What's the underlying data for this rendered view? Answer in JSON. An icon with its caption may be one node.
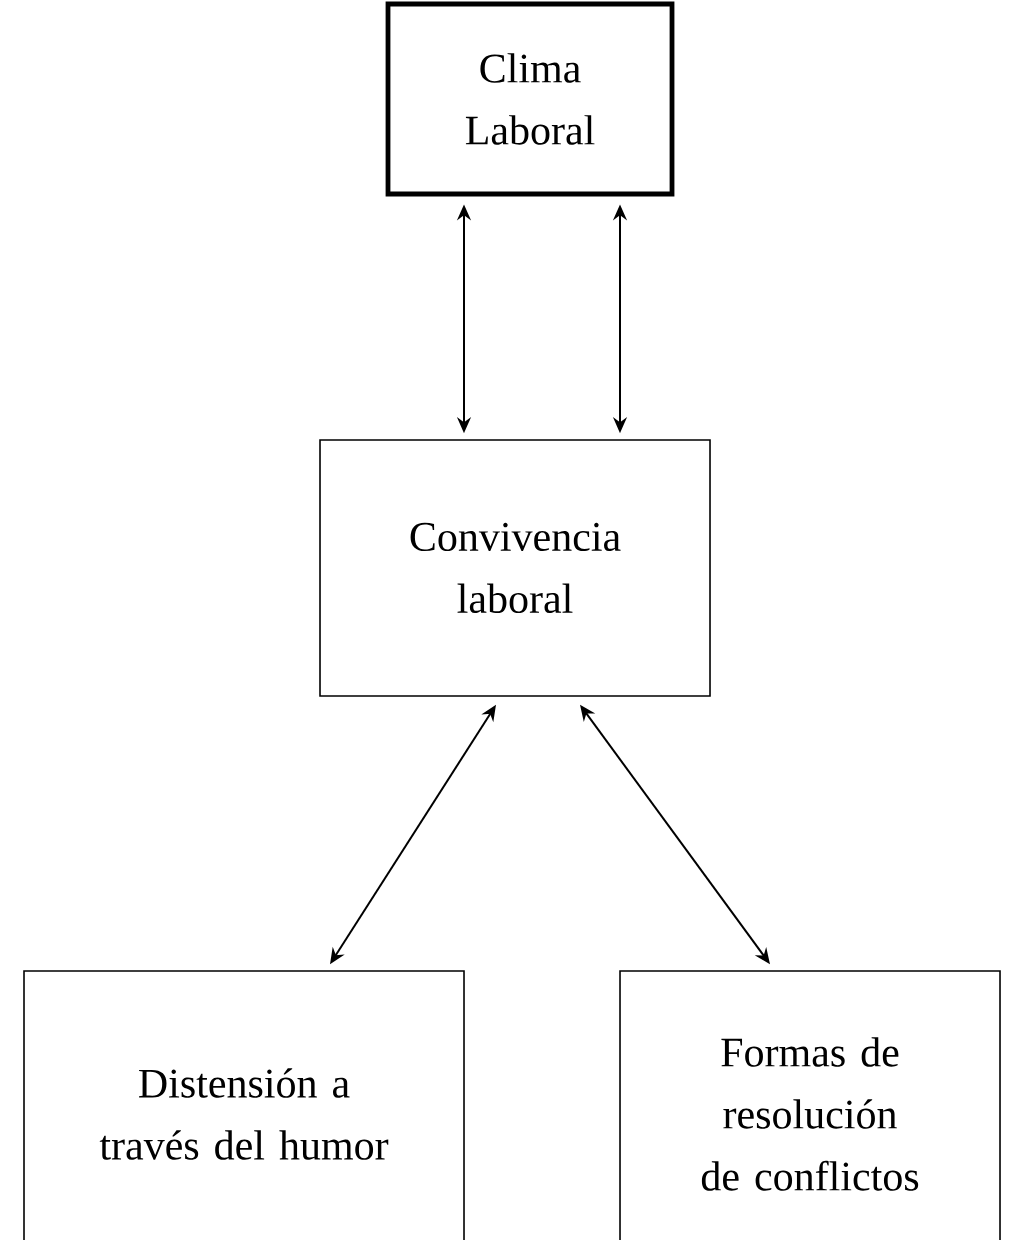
{
  "diagram": {
    "nodes": [
      {
        "text": [
          "Clima Laboral"
        ]
      },
      {
        "text": [
          "Convivencia laboral"
        ]
      },
      {
        "text": [
          "Distensión a través del humor"
        ]
      },
      {
        "text": [
          "Formas de resolución de conflictos"
        ]
      }
    ],
    "edges": [
      {
        "from": 0,
        "to": 1,
        "arrow": "both"
      },
      {
        "from": 0,
        "to": 1,
        "arrow": "both"
      },
      {
        "from": 1,
        "to": 2,
        "arrow": "both"
      },
      {
        "from": 1,
        "to": 3,
        "arrow": "both"
      }
    ]
  }
}
